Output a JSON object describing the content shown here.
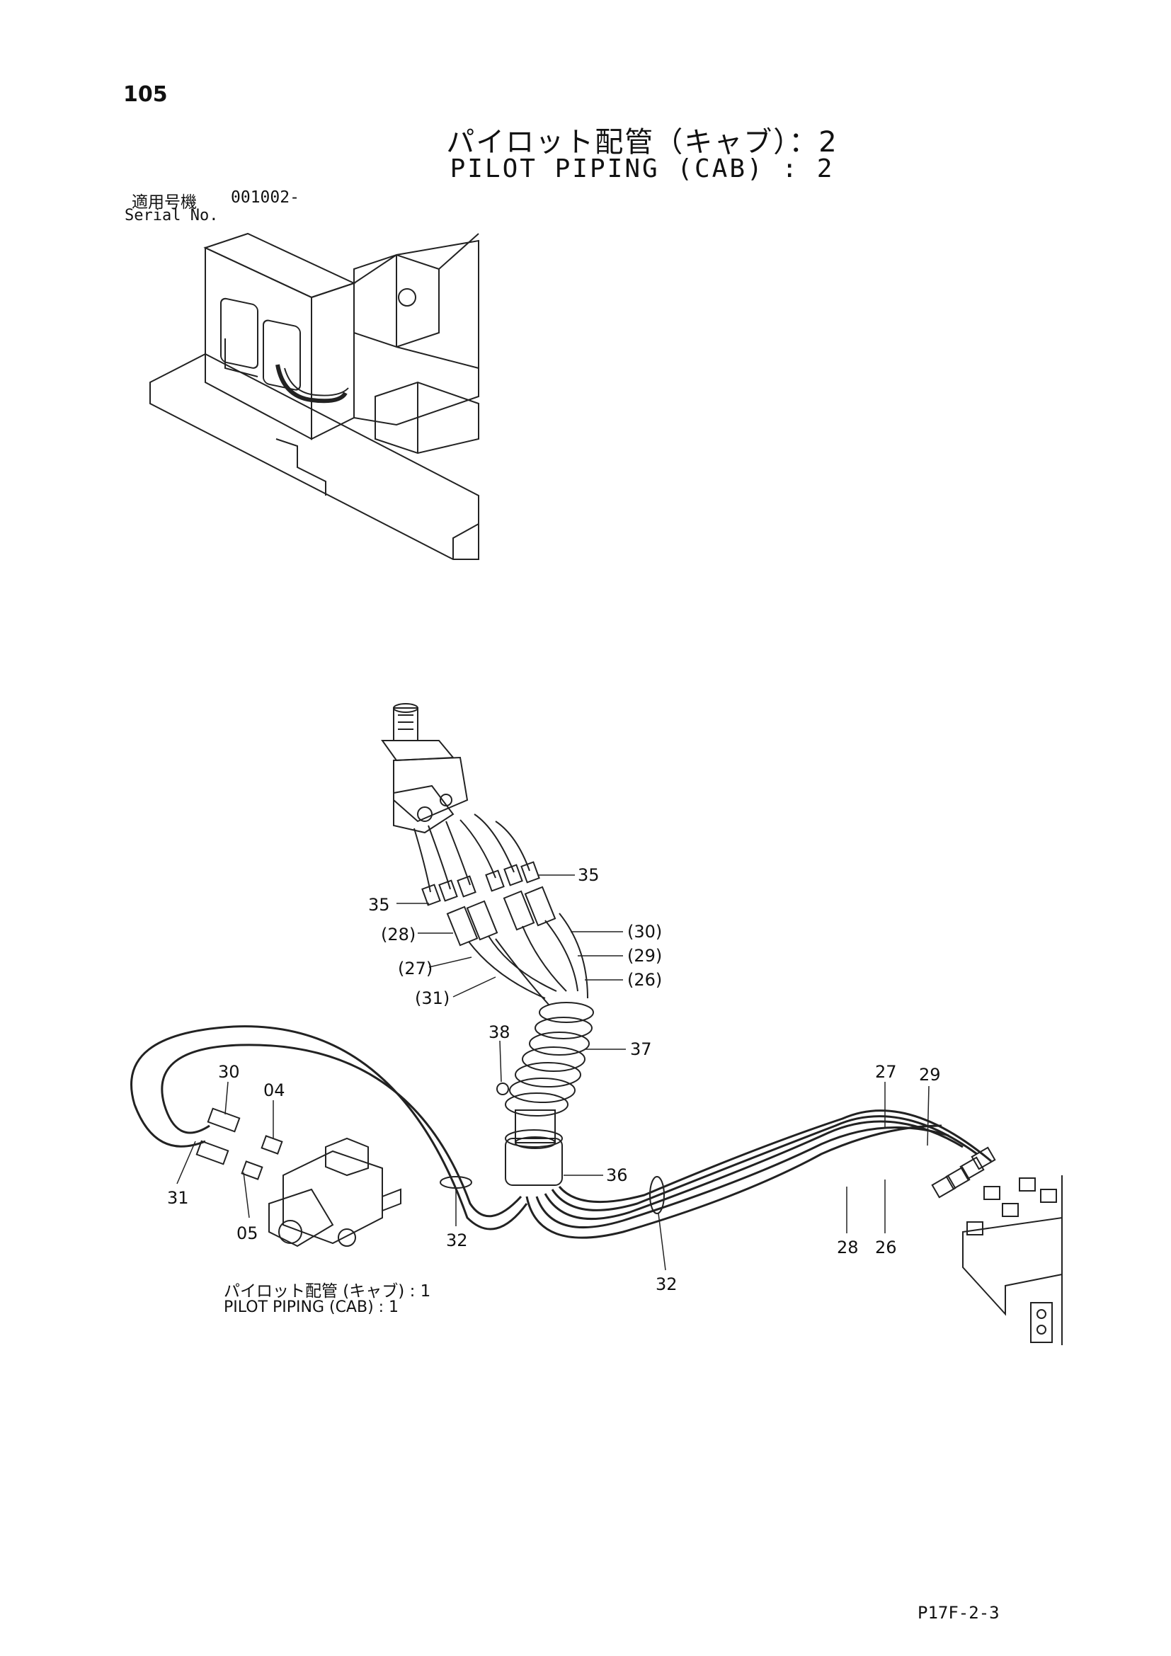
{
  "page_number": "105",
  "title": {
    "japanese": "パイロット配管（キャブ）：2",
    "english": "PILOT PIPING (CAB) : 2"
  },
  "serial": {
    "label_jp": "適用号機",
    "value": "001002-",
    "label_en": "Serial No."
  },
  "reference": {
    "japanese": "パイロット配管 (キャブ) : 1",
    "english": "PILOT PIPING (CAB) : 1"
  },
  "callouts": {
    "c35_top": "35",
    "c35_left": "35",
    "c28p": "(28)",
    "c27p": "(27)",
    "c31p": "(31)",
    "c30p": "(30)",
    "c29p": "(29)",
    "c26p": "(26)",
    "c38": "38",
    "c37": "37",
    "c30": "30",
    "c04": "04",
    "c31": "31",
    "c05": "05",
    "c32_left": "32",
    "c36": "36",
    "c32_bottom": "32",
    "c27": "27",
    "c29": "29",
    "c28": "28",
    "c26": "26"
  },
  "footer_code": "P17F-2-3"
}
